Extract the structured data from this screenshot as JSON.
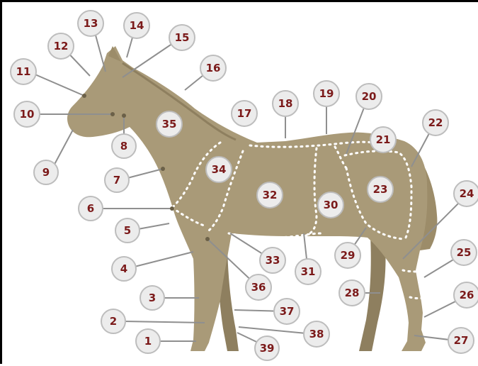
{
  "colors": {
    "horse_body": "#a99a78",
    "horse_shadow": "#8e7f5f",
    "region_dots": "#ffffff",
    "badge_fill": "#ececec",
    "badge_stroke": "#bdbdbd",
    "number_text": "#7b1a1a",
    "leader_line": "#8f8f8f"
  },
  "labels": [
    "1",
    "2",
    "3",
    "4",
    "5",
    "6",
    "7",
    "8",
    "9",
    "10",
    "11",
    "12",
    "13",
    "14",
    "15",
    "16",
    "17",
    "18",
    "19",
    "20",
    "21",
    "22",
    "23",
    "24",
    "25",
    "26",
    "27",
    "28",
    "29",
    "30",
    "31",
    "32",
    "33",
    "34",
    "35",
    "36",
    "37",
    "38",
    "39"
  ]
}
